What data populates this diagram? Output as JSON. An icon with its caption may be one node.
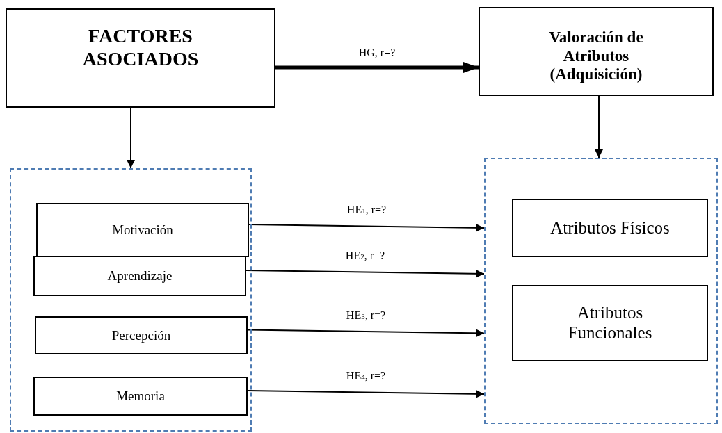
{
  "diagram": {
    "nodes": [
      {
        "text": [
          "FACTORES ASOCIADOS"
        ]
      },
      {
        "text": [
          "Valoración de Atributos (Adquisición)"
        ]
      },
      {
        "text": [],
        "shape": "box"
      },
      {
        "text": [
          "Motivación"
        ],
        "in": 2
      },
      {
        "text": [
          "Aprendizaje"
        ],
        "in": 2
      },
      {
        "text": [
          "Percepción"
        ],
        "in": 2
      },
      {
        "text": [
          "Memoria"
        ],
        "in": 2
      },
      {
        "text": [],
        "shape": "box"
      },
      {
        "text": [
          "Atributos Físicos"
        ],
        "in": 7
      },
      {
        "text": [
          "Atributos Funcionales"
        ],
        "in": 7
      }
    ],
    "edges": [
      {
        "from": 0,
        "to": 1,
        "arrow": "to",
        "label": "HG, r=?",
        "style": "thick"
      },
      {
        "from": 0,
        "to": 2,
        "arrow": "to"
      },
      {
        "from": 1,
        "to": 7,
        "arrow": "to"
      },
      {
        "from": 3,
        "to": 7,
        "arrow": "to",
        "label": "HE$_{1}$, r=?"
      },
      {
        "from": 4,
        "to": 7,
        "arrow": "to",
        "label": "HE$_{2}$, r=?"
      },
      {
        "from": 5,
        "to": 7,
        "arrow": "to",
        "label": "HE$_{3}$, r=?"
      },
      {
        "from": 6,
        "to": 7,
        "arrow": "to",
        "label": "HE$_{4}$, r=?"
      }
    ]
  }
}
